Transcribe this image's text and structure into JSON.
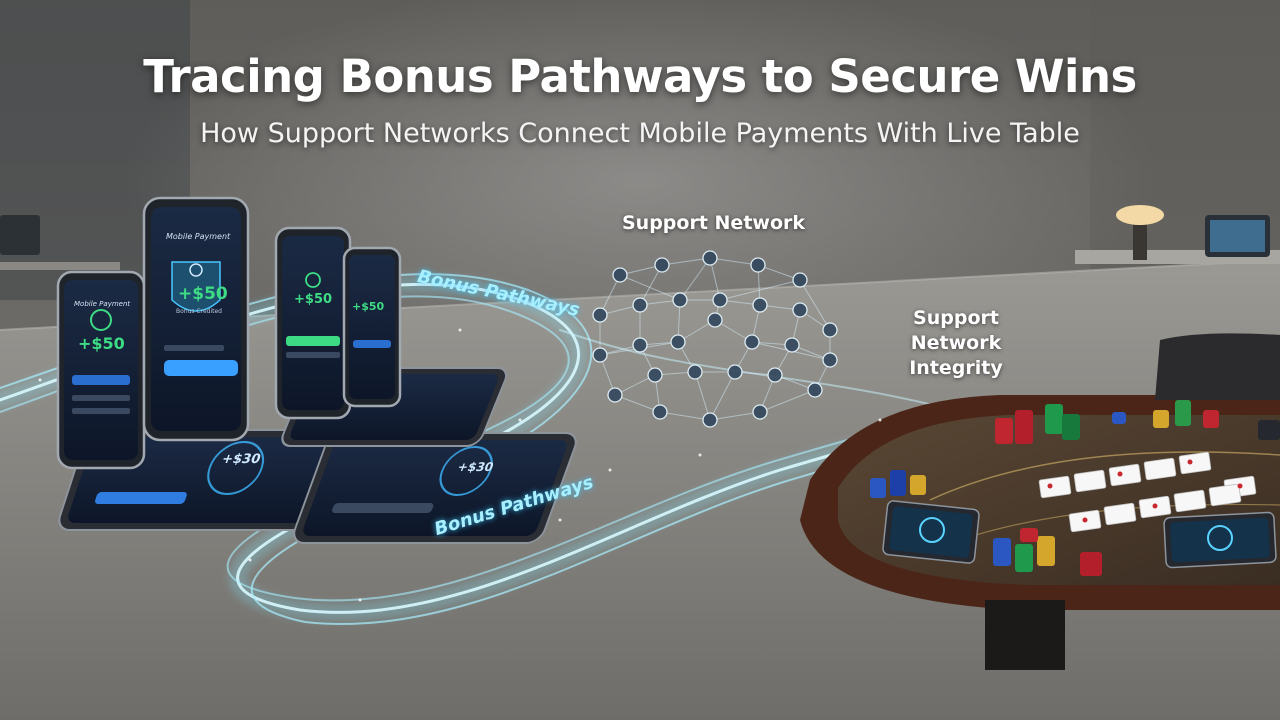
{
  "header": {
    "title": "Tracing Bonus Pathways to Secure Wins",
    "subtitle": "How Support Networks Connect Mobile Payments With Live Table"
  },
  "labels": {
    "support_network": "Support Network",
    "integrity_line1": "Support Network",
    "integrity_line2": "Integrity",
    "bonus_pathways_top": "Bonus Pathways",
    "bonus_pathways_bottom": "Bonus Pathways"
  },
  "phones": {
    "main_header": "Mobile Payment",
    "bonus_amount": "+$50",
    "bonus_amount_alt": "+$30",
    "bonus_status": "Bonus Credited"
  },
  "colors": {
    "accent_cyan": "#6fe0ff",
    "bonus_green": "#3ddc84",
    "table_felt": "#4a3a2c",
    "table_rim": "#5a2f1d"
  },
  "icons": [
    "network-node-icon",
    "shield-icon",
    "poker-chip-icon",
    "playing-card-icon"
  ]
}
